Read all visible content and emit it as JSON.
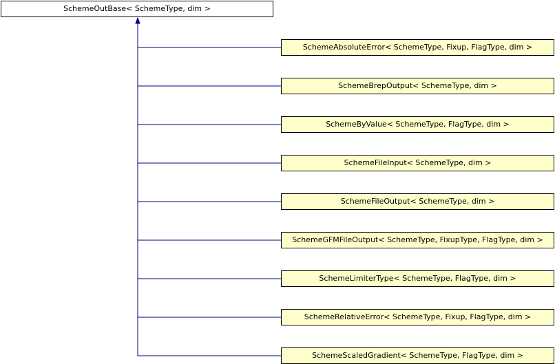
{
  "diagram": {
    "base_class": "SchemeOutBase< SchemeType, dim >",
    "derived_classes": [
      "SchemeAbsoluteError< SchemeType, Fixup, FlagType, dim >",
      "SchemeBrepOutput< SchemeType, dim >",
      "SchemeByValue< SchemeType, FlagType, dim >",
      "SchemeFileInput< SchemeType, dim >",
      "SchemeFileOutput< SchemeType, dim >",
      "SchemeGFMFileOutput< SchemeType, FixupType, FlagType, dim >",
      "SchemeLimiterType< SchemeType, FlagType, dim >",
      "SchemeRelativeError< SchemeType, Fixup, FlagType, dim >",
      "SchemeScaledGradient< SchemeType, FlagType, dim >"
    ],
    "colors": {
      "derived_fill": "#ffffcc",
      "base_fill": "#ffffff",
      "edge": "#000080",
      "border": "#000000"
    }
  }
}
